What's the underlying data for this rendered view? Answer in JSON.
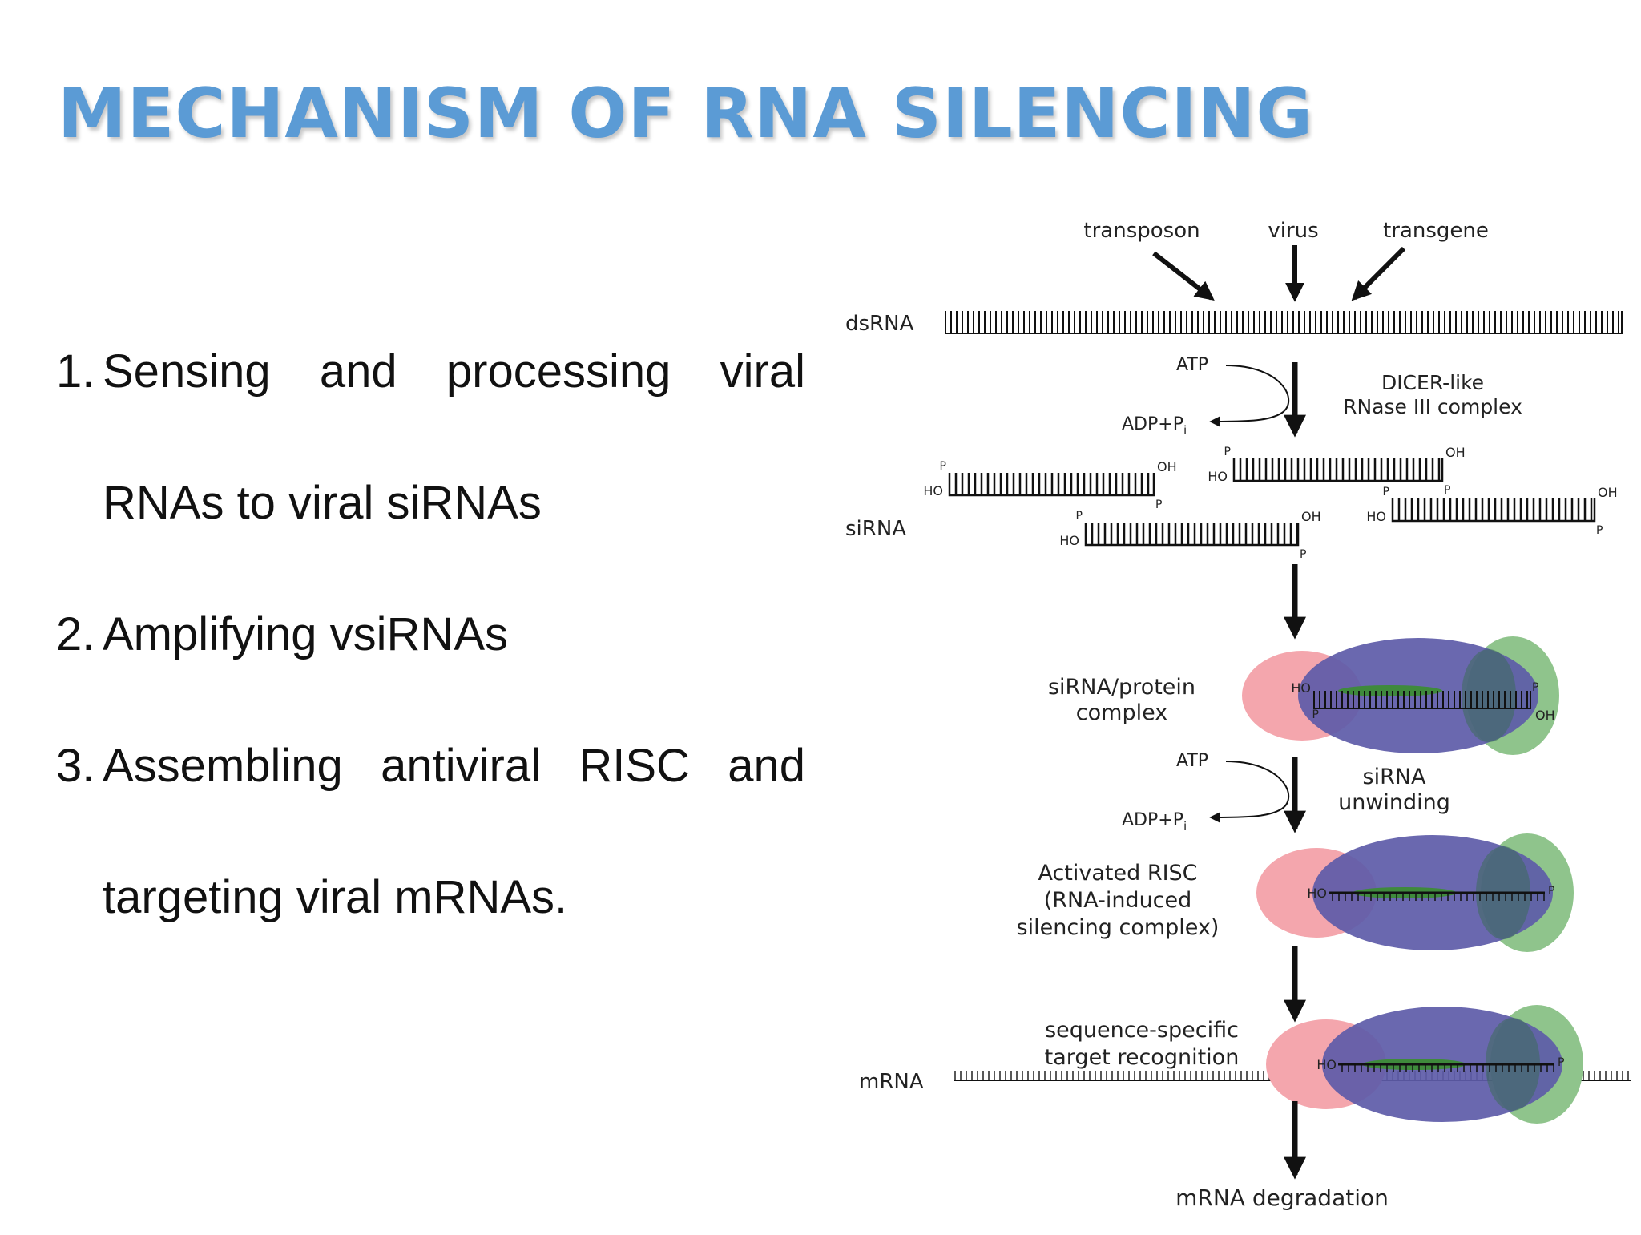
{
  "slide": {
    "title": "MECHANISM OF RNA SILENCING"
  },
  "steps": [
    {
      "number": "1.",
      "text": "Sensing and processing viral RNAs to viral siRNAs"
    },
    {
      "number": "2.",
      "text": "Amplifying vsiRNAs"
    },
    {
      "number": "3.",
      "text": "Assembling antiviral RISC and targeting viral mRNAs."
    }
  ],
  "diagram": {
    "sources": [
      "transposon",
      "virus",
      "transgene"
    ],
    "dsrna_label": "dsRNA",
    "atp": "ATP",
    "adp": "ADP+P",
    "adp_sub": "i",
    "dicer_line1": "DICER-like",
    "dicer_line2": "RNase III complex",
    "sirna_label": "siRNA",
    "end_p": "P",
    "end_oh": "OH",
    "end_ho": "HO",
    "complex_line1": "siRNA/protein",
    "complex_line2": "complex",
    "unwinding_line1": "siRNA",
    "unwinding_line2": "unwinding",
    "risc_line1": "Activated RISC",
    "risc_line2": "(RNA-induced",
    "risc_line3": "silencing complex)",
    "target_line1": "sequence-specific",
    "target_line2": "target recognition",
    "mrna_label": "mRNA",
    "degradation": "mRNA degradation",
    "colors": {
      "purple": "#5d5ba8",
      "pink": "#f4a6ad",
      "green": "#8fc48c",
      "dark_green": "#3f8a3c",
      "title_blue": "#5b9bd5"
    }
  }
}
